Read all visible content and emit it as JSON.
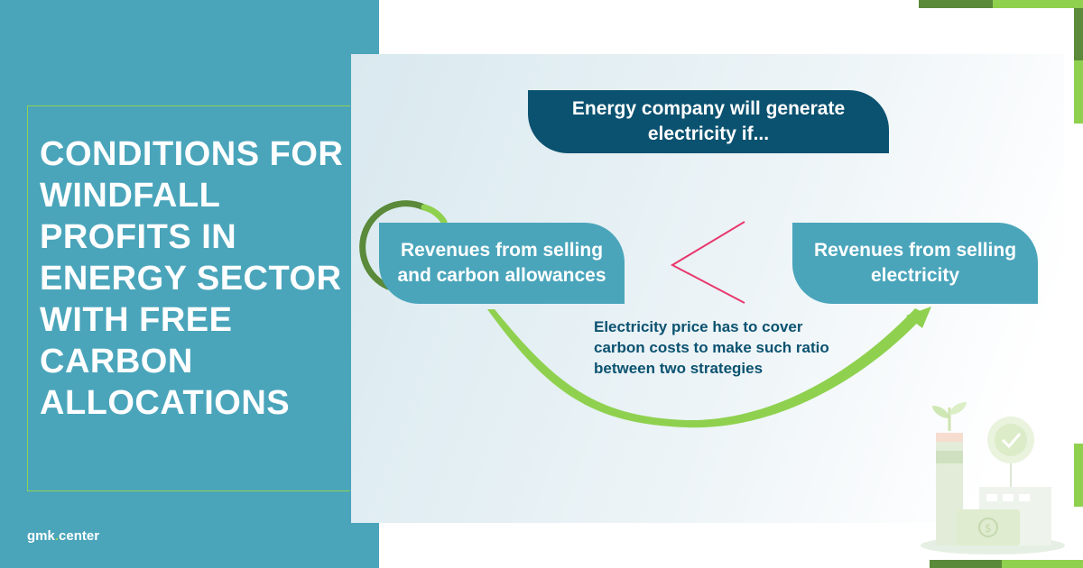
{
  "title": "CONDITIONS FOR WINDFALL PROFITS IN ENERGY SECTOR WITH FREE CARBON ALLOCATIONS",
  "brand": {
    "name": "gmk",
    "dot": ".",
    "suffix": "center"
  },
  "diagram": {
    "top_box": "Energy company will generate electricity if...",
    "left_box": "Revenues from selling and carbon allowances",
    "right_box": "Revenues from selling electricity",
    "comparison_symbol": "<",
    "note": "Electricity price has to cover carbon costs to make such ratio between two strategies"
  },
  "colors": {
    "teal": "#4aa5bb",
    "navy": "#0b5270",
    "green": "#8fd14f",
    "dark_green": "#5a8a3a",
    "pink": "#e8386d"
  },
  "decor": {
    "illustration": "factory-with-plant-and-checkmark-icon"
  }
}
